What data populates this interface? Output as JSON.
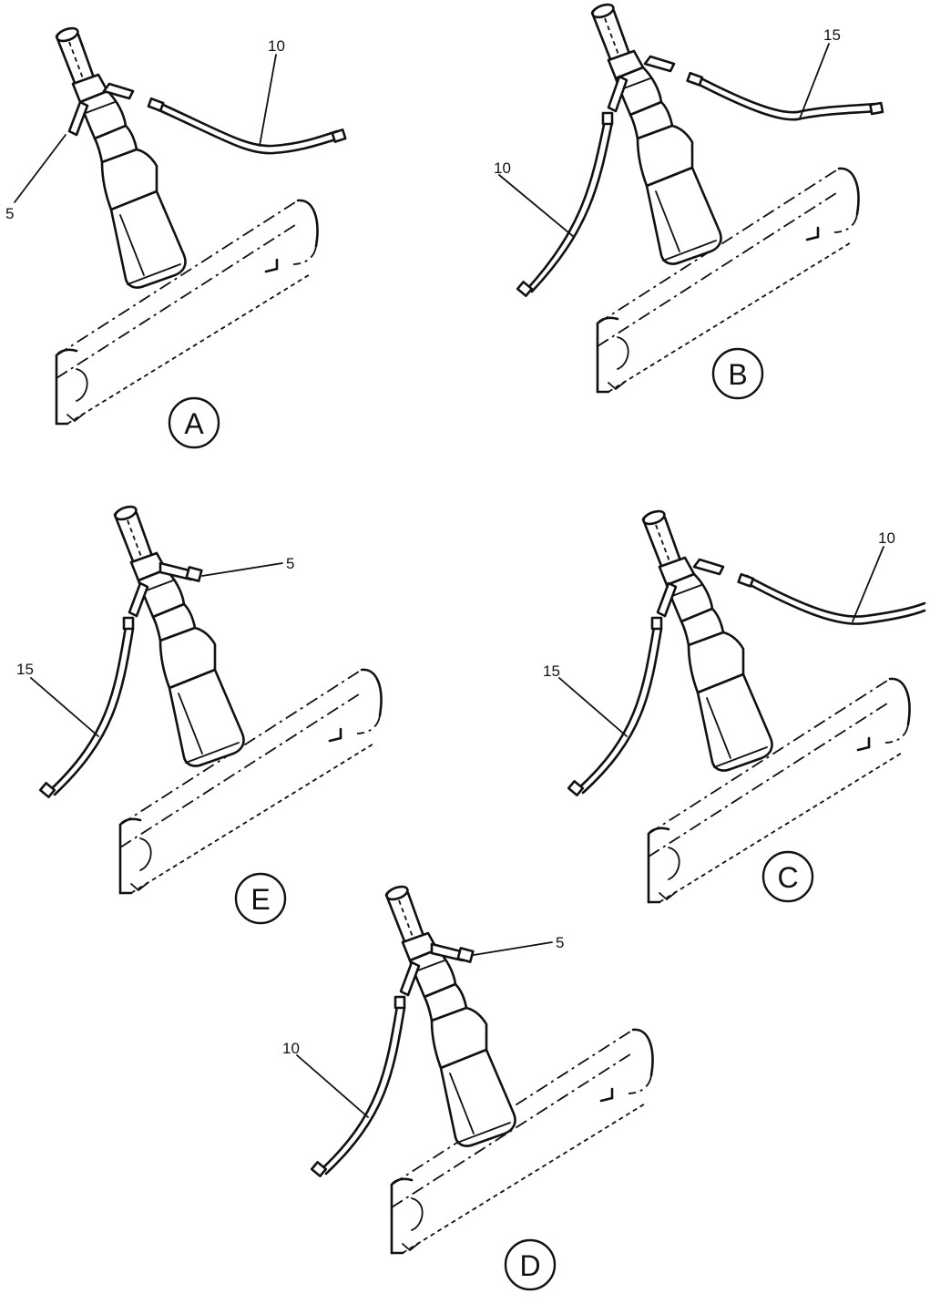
{
  "views": [
    {
      "letter": "A",
      "callouts": [
        "5",
        "10"
      ]
    },
    {
      "letter": "B",
      "callouts": [
        "15",
        "10"
      ]
    },
    {
      "letter": "E",
      "callouts": [
        "5",
        "15"
      ]
    },
    {
      "letter": "C",
      "callouts": [
        "10",
        "15"
      ]
    },
    {
      "letter": "D",
      "callouts": [
        "5",
        "10"
      ]
    }
  ]
}
